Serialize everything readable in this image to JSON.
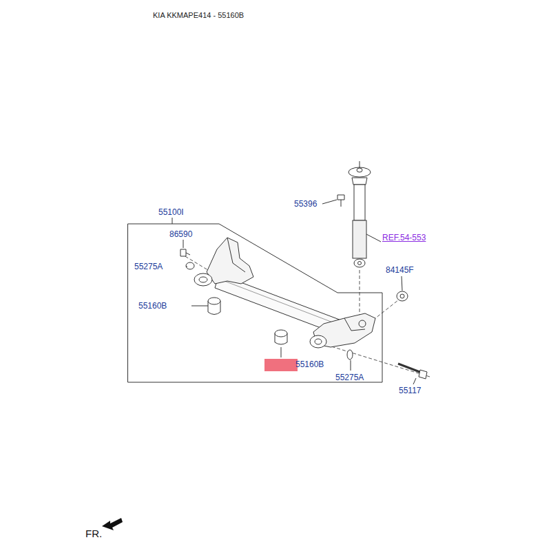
{
  "diagram": {
    "title": "KIA KKMAPE414 - 55160B",
    "nodes": [
      {
        "text": [
          "55100I"
        ]
      },
      {
        "text": [
          "55160B"
        ],
        "in": 0
      }
    ],
    "labels": [
      "86590",
      "55275A",
      "55160B",
      "55396",
      "REF.54-553",
      "84145F",
      "55275A",
      "55117",
      "FR."
    ]
  }
}
